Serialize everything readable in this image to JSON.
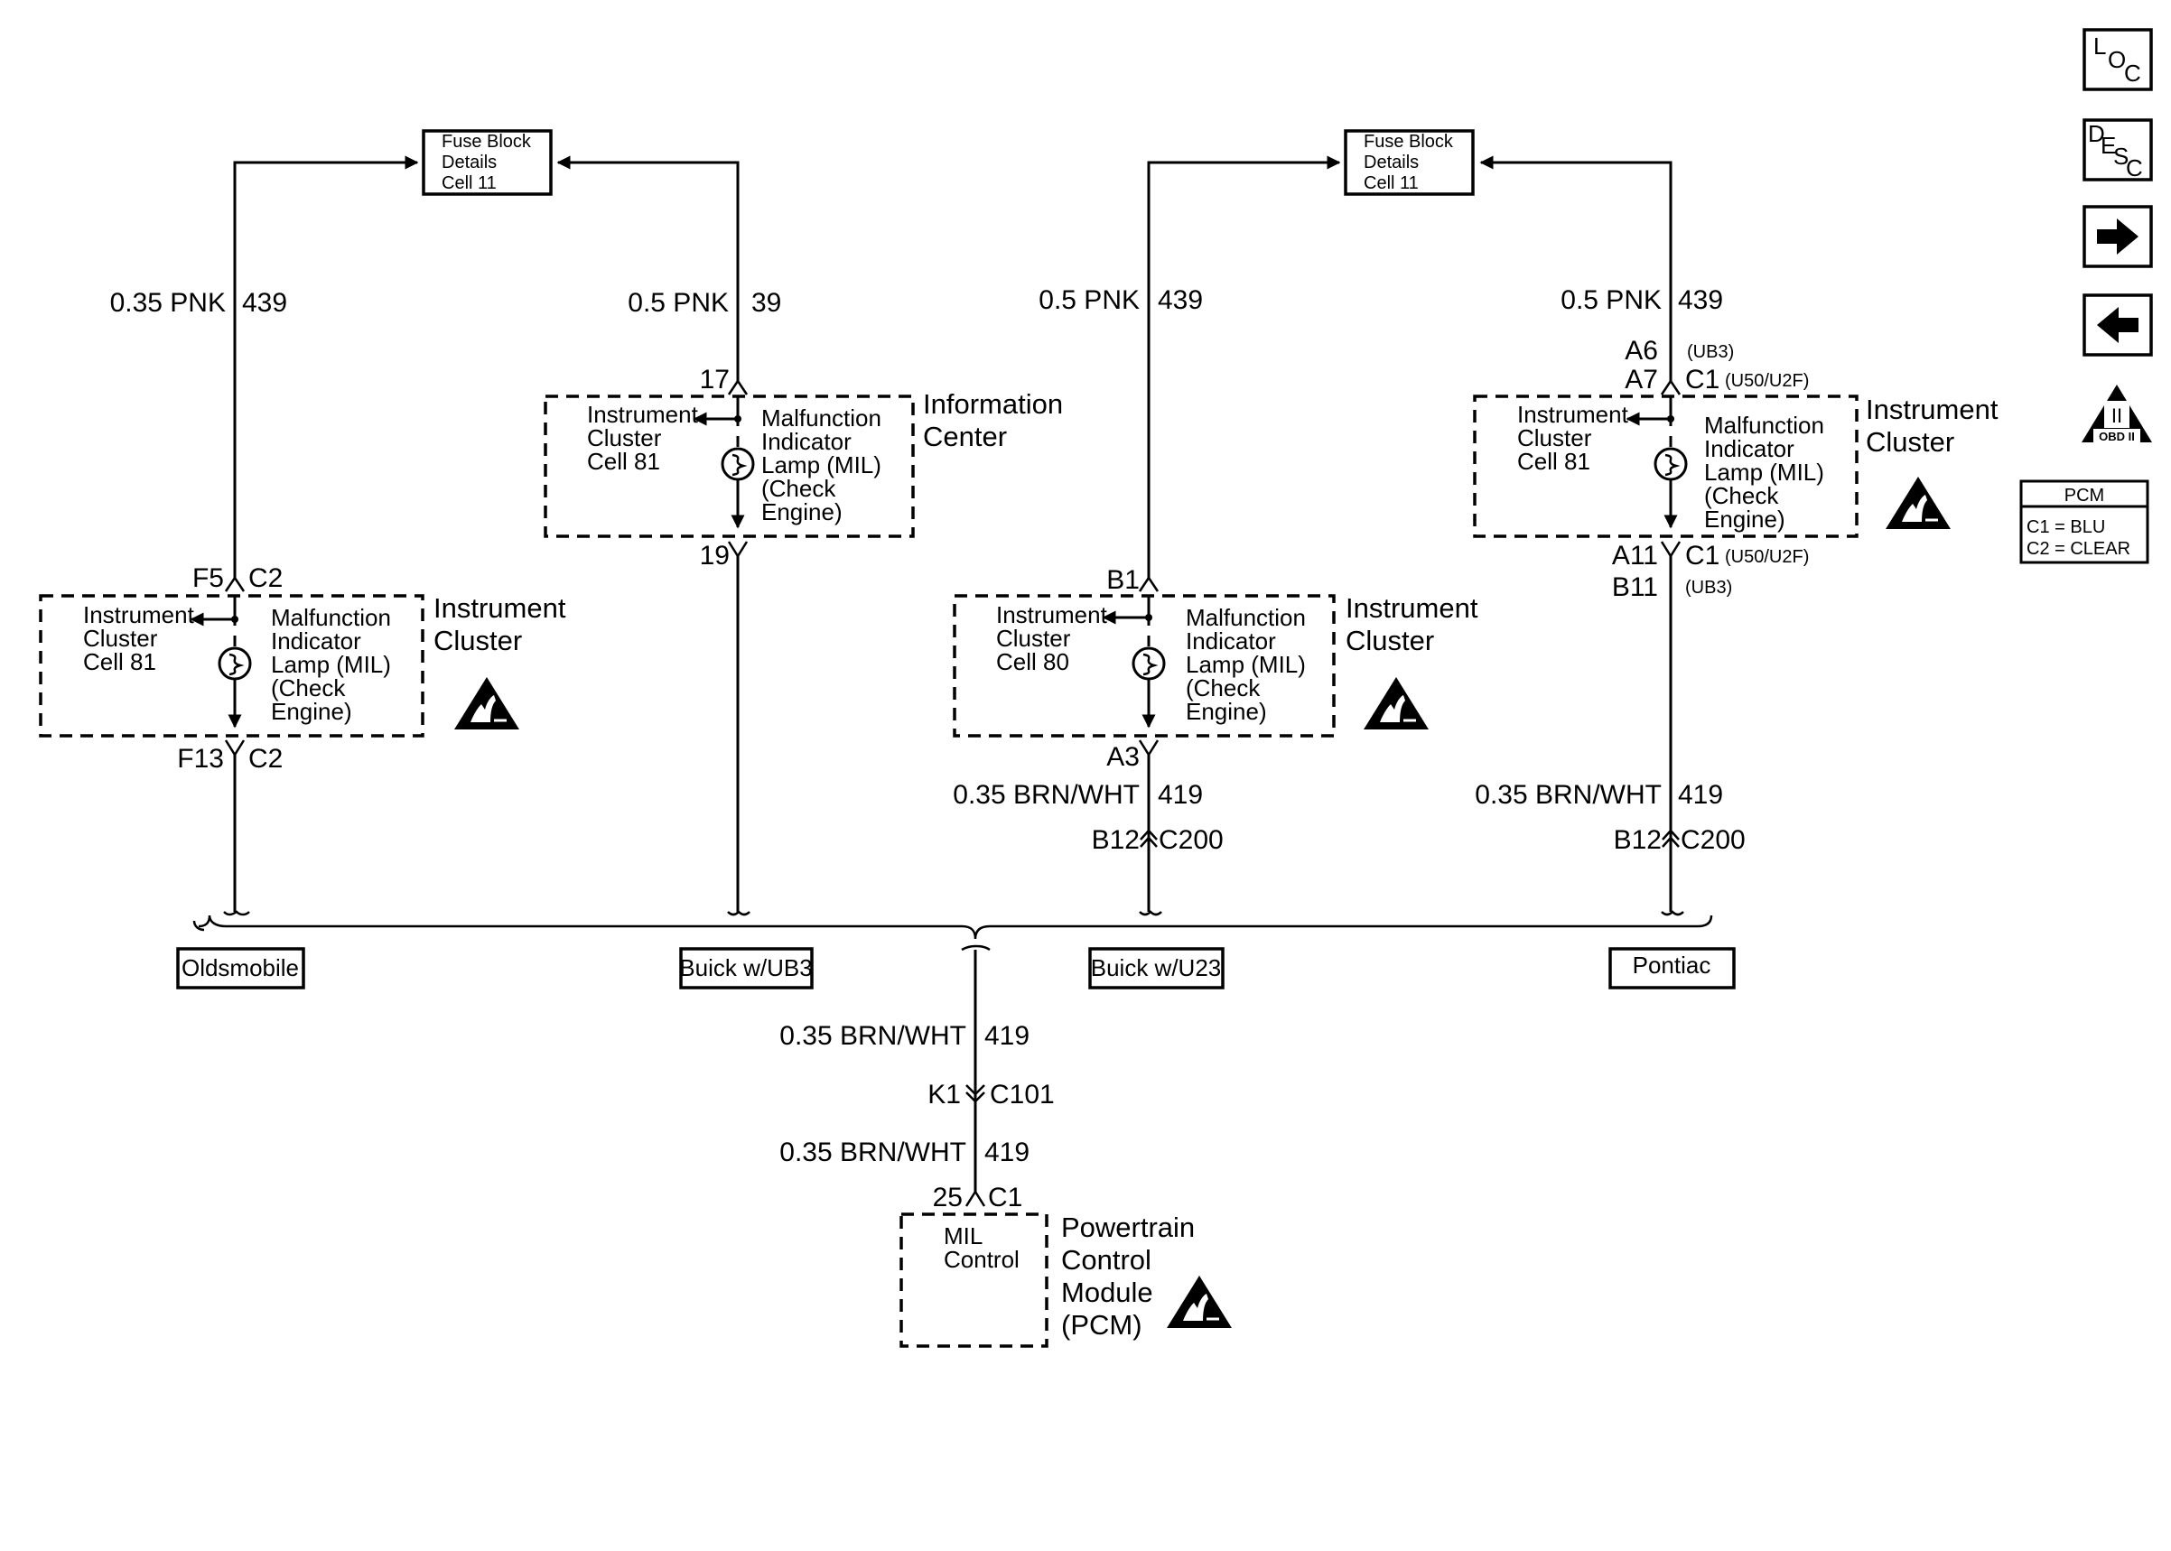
{
  "fuse_block": {
    "left": [
      "Fuse Block",
      "Details",
      "Cell 11"
    ],
    "right": [
      "Fuse Block",
      "Details",
      "Cell 11"
    ]
  },
  "wires": {
    "w1_top": "0.35 PNK",
    "w1_top_circuit": "439",
    "w2_top": "0.5 PNK",
    "w2_top_circuit": "39",
    "w3_top": "0.5 PNK",
    "w3_top_circuit": "439",
    "w4_top": "0.5 PNK",
    "w4_top_circuit": "439",
    "w3_bottom": "0.35 BRN/WHT",
    "w3_bottom_circuit": "419",
    "w4_bottom": "0.35 BRN/WHT",
    "w4_bottom_circuit": "419",
    "pcm_wire_1": "0.35 BRN/WHT",
    "pcm_wire_1_circuit": "419",
    "pcm_wire_2": "0.35 BRN/WHT",
    "pcm_wire_2_circuit": "419"
  },
  "connectors": {
    "oldsmobile_top_pin": "F5",
    "oldsmobile_top_conn": "C2",
    "oldsmobile_bottom_pin": "F13",
    "oldsmobile_bottom_conn": "C2",
    "info_top_pin": "17",
    "info_bottom_pin": "19",
    "buick_u23_top_pin": "B1",
    "buick_u23_bottom_pin": "A3",
    "buick_u23_c200_pin": "B12",
    "buick_u23_c200": "C200",
    "pontiac_top_pin_a6": "A6",
    "pontiac_top_opt_a6": "(UB3)",
    "pontiac_top_pin_a7": "A7",
    "pontiac_top_conn": "C1",
    "pontiac_top_opt_a7": "(U50/U2F)",
    "pontiac_bottom_pin_a11": "A11",
    "pontiac_bottom_conn": "C1",
    "pontiac_bottom_opt_a11": "(U50/U2F)",
    "pontiac_bottom_pin_b11": "B11",
    "pontiac_bottom_opt_b11": "(UB3)",
    "pontiac_c200_pin": "B12",
    "pontiac_c200": "C200",
    "c101_pin": "K1",
    "c101": "C101",
    "pcm_pin": "25",
    "pcm_conn": "C1"
  },
  "modules": {
    "oldsmobile_cluster": {
      "ref": [
        "Instrument",
        "Cluster",
        "Cell 81"
      ],
      "lamp": [
        "Malfunction",
        "Indicator",
        "Lamp (MIL)",
        "(Check",
        "Engine)"
      ],
      "name": [
        "Instrument",
        "Cluster"
      ]
    },
    "info_center": {
      "ref": [
        "Instrument",
        "Cluster",
        "Cell 81"
      ],
      "lamp": [
        "Malfunction",
        "Indicator",
        "Lamp (MIL)",
        "(Check",
        "Engine)"
      ],
      "name": [
        "Information",
        "Center"
      ]
    },
    "buick_u23_cluster": {
      "ref": [
        "Instrument",
        "Cluster",
        "Cell 80"
      ],
      "lamp": [
        "Malfunction",
        "Indicator",
        "Lamp (MIL)",
        "(Check",
        "Engine)"
      ],
      "name": [
        "Instrument",
        "Cluster"
      ]
    },
    "pontiac_cluster": {
      "ref": [
        "Instrument",
        "Cluster",
        "Cell 81"
      ],
      "lamp": [
        "Malfunction",
        "Indicator",
        "Lamp (MIL)",
        "(Check",
        "Engine)"
      ],
      "name": [
        "Instrument",
        "Cluster"
      ]
    },
    "pcm": {
      "inner": [
        "MIL",
        "Control"
      ],
      "name": [
        "Powertrain",
        "Control",
        "Module",
        "(PCM)"
      ]
    }
  },
  "variants": {
    "oldsmobile": "Oldsmobile",
    "buick_ub3": "Buick w/UB3",
    "buick_u23": "Buick w/U23",
    "pontiac": "Pontiac"
  },
  "side_panel": {
    "loc_l": "L",
    "loc_o": "O",
    "loc_c": "C",
    "desc_d": "D",
    "desc_e": "E",
    "desc_s": "S",
    "desc_c": "C",
    "obd_roman": "II",
    "obd_label": "OBD II",
    "pcm_legend_title": "PCM",
    "pcm_legend_c1": "C1 = BLU",
    "pcm_legend_c2": "C2 = CLEAR"
  }
}
